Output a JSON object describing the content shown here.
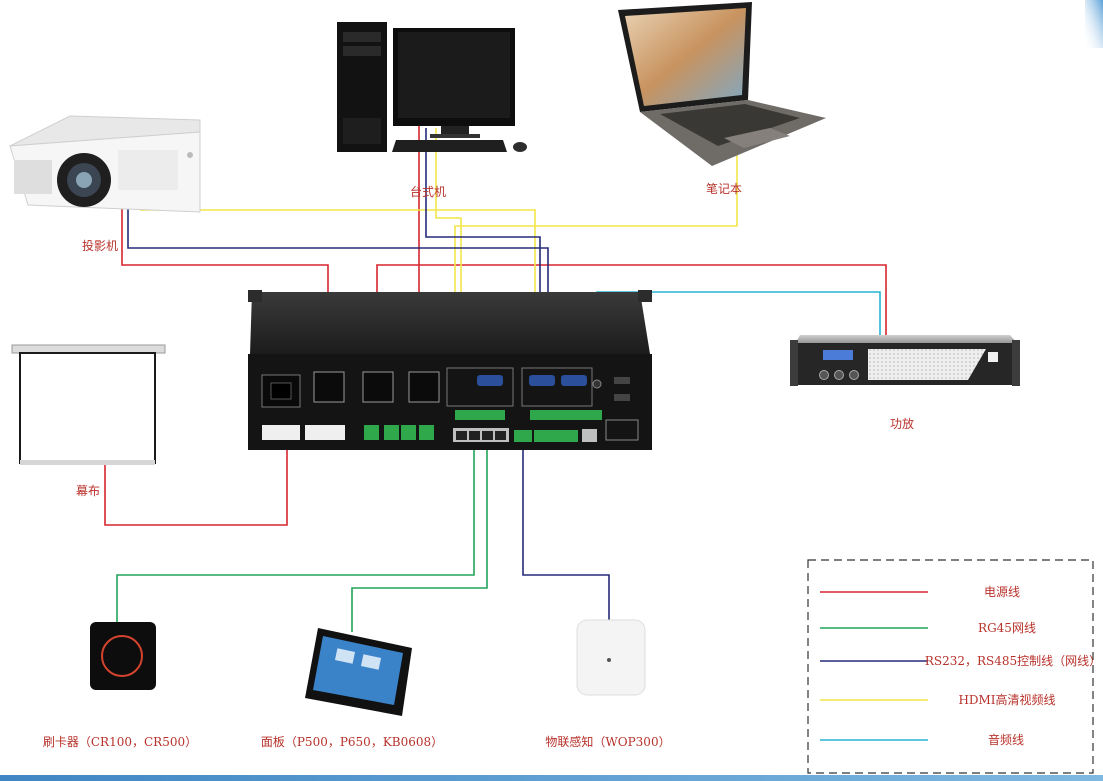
{
  "labels": {
    "desktop": "台式机",
    "laptop": "笔记本",
    "projector": "投影机",
    "amplifier": "功放",
    "screen": "幕布",
    "card_reader": "刷卡器（CR100，CR500）",
    "panel": "面板（P500，P650，KB0608）",
    "iot_sensor": "物联感知（WOP300）"
  },
  "legend": [
    {
      "type": "power",
      "label": "电源线",
      "color": "#d7262e"
    },
    {
      "type": "rg45",
      "label": "RG45网线",
      "color": "#22a45a"
    },
    {
      "type": "control",
      "label": "RS232，RS485控制线（网线）",
      "color": "#262b78"
    },
    {
      "type": "hdmi",
      "label": "HDMI高清视频线",
      "color": "#f1e64a"
    },
    {
      "type": "audio",
      "label": "音频线",
      "color": "#27b3d3"
    }
  ]
}
